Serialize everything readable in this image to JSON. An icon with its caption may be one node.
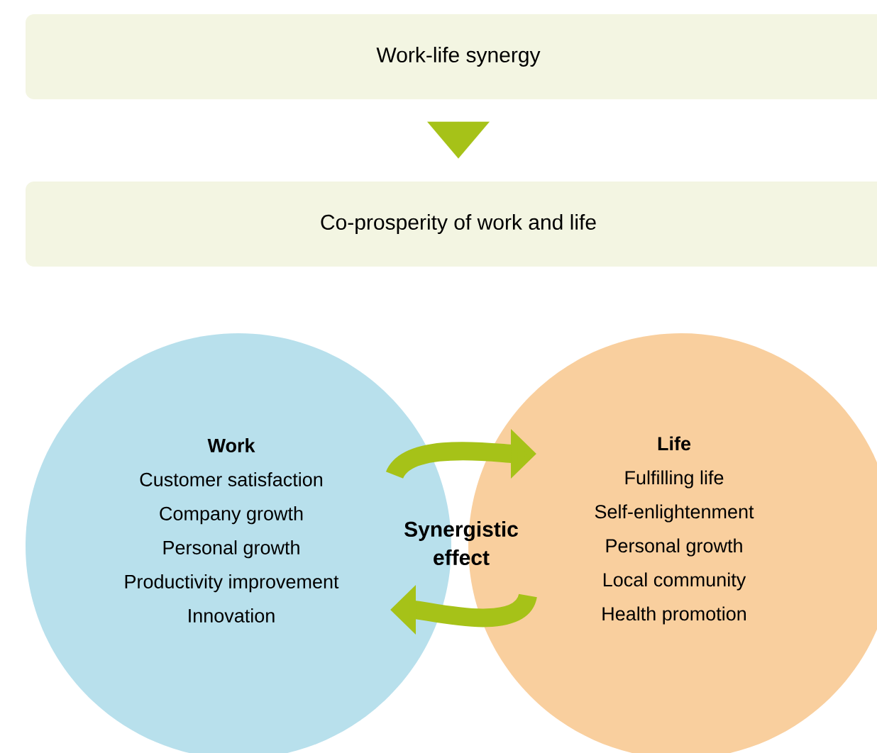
{
  "diagram": {
    "nodes": [
      {
        "text": [
          "Work-life synergy"
        ]
      },
      {
        "text": [
          "Co-prosperity of work and life"
        ]
      },
      {
        "text": [
          "Work",
          "Customer satisfaction",
          "Company growth",
          "Personal growth",
          "Productivity improvement",
          "Innovation"
        ]
      },
      {
        "text": [
          "Life",
          "Fulfilling life",
          "Self-enlightenment",
          "Personal growth",
          "Local community",
          "Health promotion"
        ]
      }
    ],
    "edges": [
      {
        "from": 0,
        "to": 1,
        "arrow": "to"
      },
      {
        "from": 2,
        "to": 3,
        "arrow": "to"
      },
      {
        "from": 3,
        "to": 2,
        "arrow": "to"
      }
    ],
    "labels": [
      "Synergistic effect"
    ]
  }
}
